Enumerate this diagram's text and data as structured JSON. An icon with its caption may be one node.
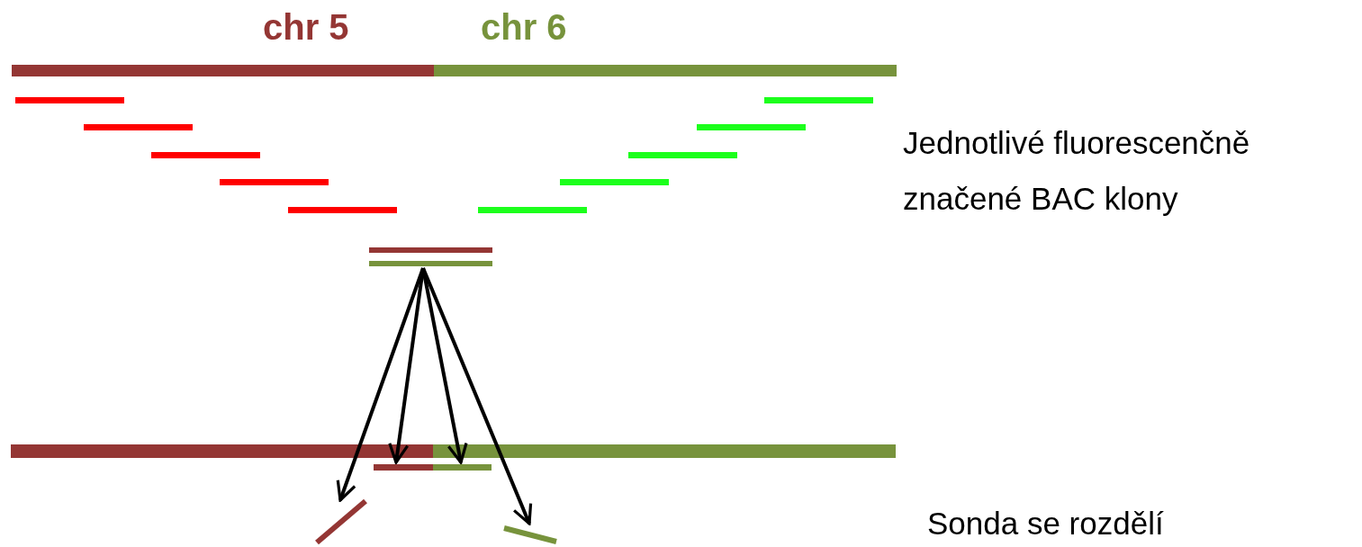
{
  "diagram": {
    "nodes": [
      {
        "text": [],
        "shape": "bar"
      },
      {
        "text": [],
        "shape": "bar"
      },
      {
        "text": [],
        "shape": "bar"
      },
      {
        "text": [],
        "shape": "bar"
      },
      {
        "text": [],
        "shape": "bar"
      }
    ],
    "edges": [
      {
        "from": 0,
        "to": 3,
        "arrow": "to"
      },
      {
        "from": 0,
        "to": 1,
        "arrow": "to"
      },
      {
        "from": 0,
        "to": 2,
        "arrow": "to"
      },
      {
        "from": 0,
        "to": 4,
        "arrow": "to"
      }
    ],
    "labels": [
      "chr 5",
      "chr 6",
      "Jednotlivé fluorescenčně značené BAC klony",
      "Sonda se rozdělí"
    ]
  }
}
